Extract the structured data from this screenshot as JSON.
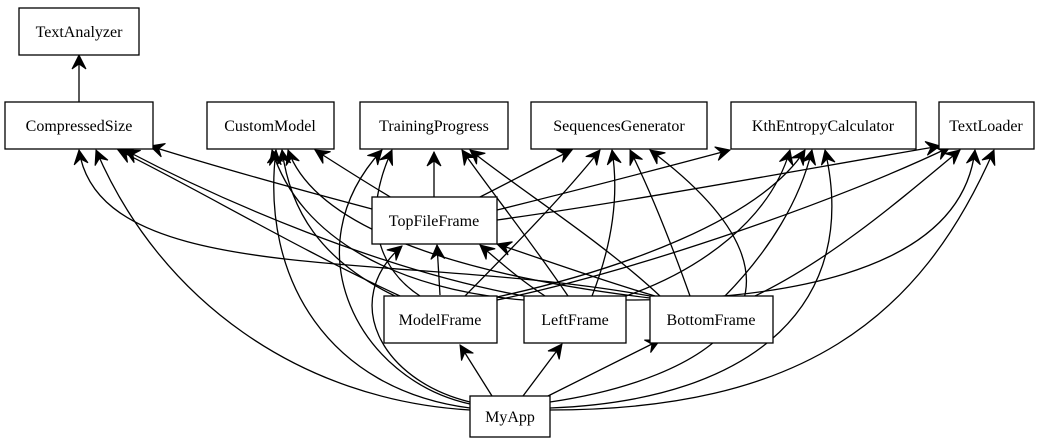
{
  "diagram": {
    "type": "class-dependency-graph",
    "nodes": [
      {
        "id": "TextAnalyzer",
        "label": "TextAnalyzer"
      },
      {
        "id": "CompressedSize",
        "label": "CompressedSize"
      },
      {
        "id": "CustomModel",
        "label": "CustomModel"
      },
      {
        "id": "TrainingProgress",
        "label": "TrainingProgress"
      },
      {
        "id": "SequencesGenerator",
        "label": "SequencesGenerator"
      },
      {
        "id": "KthEntropyCalculator",
        "label": "KthEntropyCalculator"
      },
      {
        "id": "TextLoader",
        "label": "TextLoader"
      },
      {
        "id": "TopFileFrame",
        "label": "TopFileFrame"
      },
      {
        "id": "ModelFrame",
        "label": "ModelFrame"
      },
      {
        "id": "LeftFrame",
        "label": "LeftFrame"
      },
      {
        "id": "BottomFrame",
        "label": "BottomFrame"
      },
      {
        "id": "MyApp",
        "label": "MyApp"
      }
    ],
    "edges": [
      {
        "from": "CompressedSize",
        "to": "TextAnalyzer"
      },
      {
        "from": "TopFileFrame",
        "to": "CompressedSize"
      },
      {
        "from": "TopFileFrame",
        "to": "CustomModel"
      },
      {
        "from": "TopFileFrame",
        "to": "TrainingProgress"
      },
      {
        "from": "TopFileFrame",
        "to": "SequencesGenerator"
      },
      {
        "from": "TopFileFrame",
        "to": "KthEntropyCalculator"
      },
      {
        "from": "TopFileFrame",
        "to": "TextLoader"
      },
      {
        "from": "ModelFrame",
        "to": "TopFileFrame"
      },
      {
        "from": "ModelFrame",
        "to": "CompressedSize"
      },
      {
        "from": "ModelFrame",
        "to": "CustomModel"
      },
      {
        "from": "ModelFrame",
        "to": "TrainingProgress"
      },
      {
        "from": "ModelFrame",
        "to": "SequencesGenerator"
      },
      {
        "from": "ModelFrame",
        "to": "KthEntropyCalculator"
      },
      {
        "from": "ModelFrame",
        "to": "TextLoader"
      },
      {
        "from": "LeftFrame",
        "to": "TopFileFrame"
      },
      {
        "from": "LeftFrame",
        "to": "CompressedSize"
      },
      {
        "from": "LeftFrame",
        "to": "CustomModel"
      },
      {
        "from": "LeftFrame",
        "to": "TrainingProgress"
      },
      {
        "from": "LeftFrame",
        "to": "SequencesGenerator"
      },
      {
        "from": "LeftFrame",
        "to": "KthEntropyCalculator"
      },
      {
        "from": "LeftFrame",
        "to": "TextLoader"
      },
      {
        "from": "BottomFrame",
        "to": "TopFileFrame"
      },
      {
        "from": "BottomFrame",
        "to": "CompressedSize"
      },
      {
        "from": "BottomFrame",
        "to": "CustomModel"
      },
      {
        "from": "BottomFrame",
        "to": "TrainingProgress"
      },
      {
        "from": "BottomFrame",
        "to": "SequencesGenerator"
      },
      {
        "from": "BottomFrame",
        "to": "KthEntropyCalculator"
      },
      {
        "from": "BottomFrame",
        "to": "TextLoader"
      },
      {
        "from": "MyApp",
        "to": "ModelFrame"
      },
      {
        "from": "MyApp",
        "to": "LeftFrame"
      },
      {
        "from": "MyApp",
        "to": "BottomFrame"
      },
      {
        "from": "MyApp",
        "to": "TopFileFrame"
      },
      {
        "from": "MyApp",
        "to": "CompressedSize"
      },
      {
        "from": "MyApp",
        "to": "CustomModel"
      },
      {
        "from": "MyApp",
        "to": "TrainingProgress"
      },
      {
        "from": "MyApp",
        "to": "SequencesGenerator"
      },
      {
        "from": "MyApp",
        "to": "KthEntropyCalculator"
      },
      {
        "from": "MyApp",
        "to": "TextLoader"
      }
    ]
  }
}
